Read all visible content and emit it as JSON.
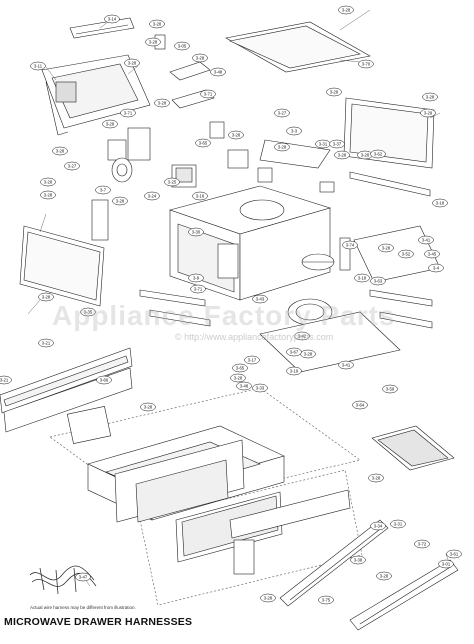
{
  "watermark": "Appliance Factory Parts",
  "watermark_url": "© http://www.appliancefactoryparts.com",
  "footer_title": "MICROWAVE DRAWER HARNESSES",
  "harness_note": "Actual wire harness may be different from illustration.",
  "callouts": [
    {
      "id": "c1",
      "text": "3-14"
    },
    {
      "id": "c2",
      "text": "3-28"
    },
    {
      "id": "c3",
      "text": "3-11"
    },
    {
      "id": "c4",
      "text": "3-28"
    },
    {
      "id": "c5",
      "text": "3-28"
    },
    {
      "id": "c6",
      "text": "3-05"
    },
    {
      "id": "c7",
      "text": "3-28"
    },
    {
      "id": "c8",
      "text": "3-48"
    },
    {
      "id": "c9",
      "text": "3-28"
    },
    {
      "id": "c10",
      "text": "3-70"
    },
    {
      "id": "c11",
      "text": "3-71"
    },
    {
      "id": "c12",
      "text": "3-28"
    },
    {
      "id": "c13",
      "text": "3-28"
    },
    {
      "id": "c14",
      "text": "3-29"
    },
    {
      "id": "c15",
      "text": "3-71"
    },
    {
      "id": "c16",
      "text": "3-28"
    },
    {
      "id": "c17",
      "text": "3-27"
    },
    {
      "id": "c18",
      "text": "3-3"
    },
    {
      "id": "c19",
      "text": "3-31"
    },
    {
      "id": "c20",
      "text": "3-37"
    },
    {
      "id": "c21",
      "text": "3-28"
    },
    {
      "id": "c22",
      "text": "3-28"
    },
    {
      "id": "c23",
      "text": "3-62"
    },
    {
      "id": "c24",
      "text": "3-28"
    },
    {
      "id": "c25",
      "text": "3-28"
    },
    {
      "id": "c26",
      "text": "3-18"
    },
    {
      "id": "c27",
      "text": "3-28"
    },
    {
      "id": "c28",
      "text": "3-28"
    },
    {
      "id": "c29",
      "text": "3-27"
    },
    {
      "id": "c30",
      "text": "3-28"
    },
    {
      "id": "c31",
      "text": "3-7"
    },
    {
      "id": "c32",
      "text": "3-65"
    },
    {
      "id": "c33",
      "text": "3-28"
    },
    {
      "id": "c34",
      "text": "3-41"
    },
    {
      "id": "c35",
      "text": "3-52"
    },
    {
      "id": "c36",
      "text": "3-28"
    },
    {
      "id": "c37",
      "text": "3-18"
    },
    {
      "id": "c38",
      "text": "3-28"
    },
    {
      "id": "c39",
      "text": "3-35"
    },
    {
      "id": "c40",
      "text": "3-21"
    },
    {
      "id": "c41",
      "text": "3-66"
    },
    {
      "id": "c42",
      "text": "3-21"
    },
    {
      "id": "c43",
      "text": "3-25"
    },
    {
      "id": "c44",
      "text": "3-24"
    },
    {
      "id": "c45",
      "text": "3-16"
    },
    {
      "id": "c46",
      "text": "3-41"
    },
    {
      "id": "c47",
      "text": "3-74"
    },
    {
      "id": "c48",
      "text": "3-63"
    },
    {
      "id": "c49",
      "text": "3-48"
    },
    {
      "id": "c50",
      "text": "3-28"
    },
    {
      "id": "c51",
      "text": "3-47"
    },
    {
      "id": "c52",
      "text": "3-33"
    },
    {
      "id": "c53",
      "text": "3-28"
    },
    {
      "id": "c54",
      "text": "3-34"
    },
    {
      "id": "c55",
      "text": "3-61"
    },
    {
      "id": "c56",
      "text": "3-28"
    },
    {
      "id": "c57",
      "text": "3-31"
    },
    {
      "id": "c58",
      "text": "3-72"
    },
    {
      "id": "c59",
      "text": "3-01"
    },
    {
      "id": "c60",
      "text": "3-38"
    },
    {
      "id": "c61",
      "text": "3-75"
    },
    {
      "id": "c62",
      "text": "3-28"
    },
    {
      "id": "c63",
      "text": "3-64"
    },
    {
      "id": "c64",
      "text": "3-59"
    },
    {
      "id": "c65",
      "text": "3-28"
    },
    {
      "id": "c66",
      "text": "3-43"
    },
    {
      "id": "c67",
      "text": "3-9"
    },
    {
      "id": "c68",
      "text": "3-30"
    },
    {
      "id": "c69",
      "text": "3-28"
    },
    {
      "id": "c70",
      "text": "3-42"
    },
    {
      "id": "c71",
      "text": "3-67"
    },
    {
      "id": "c72",
      "text": "3-71"
    },
    {
      "id": "c73",
      "text": "3-17"
    },
    {
      "id": "c74",
      "text": "3-65"
    },
    {
      "id": "c75",
      "text": "3-19"
    },
    {
      "id": "c76",
      "text": "3-28"
    },
    {
      "id": "c77",
      "text": "3-4"
    },
    {
      "id": "c78",
      "text": "3-45"
    }
  ]
}
